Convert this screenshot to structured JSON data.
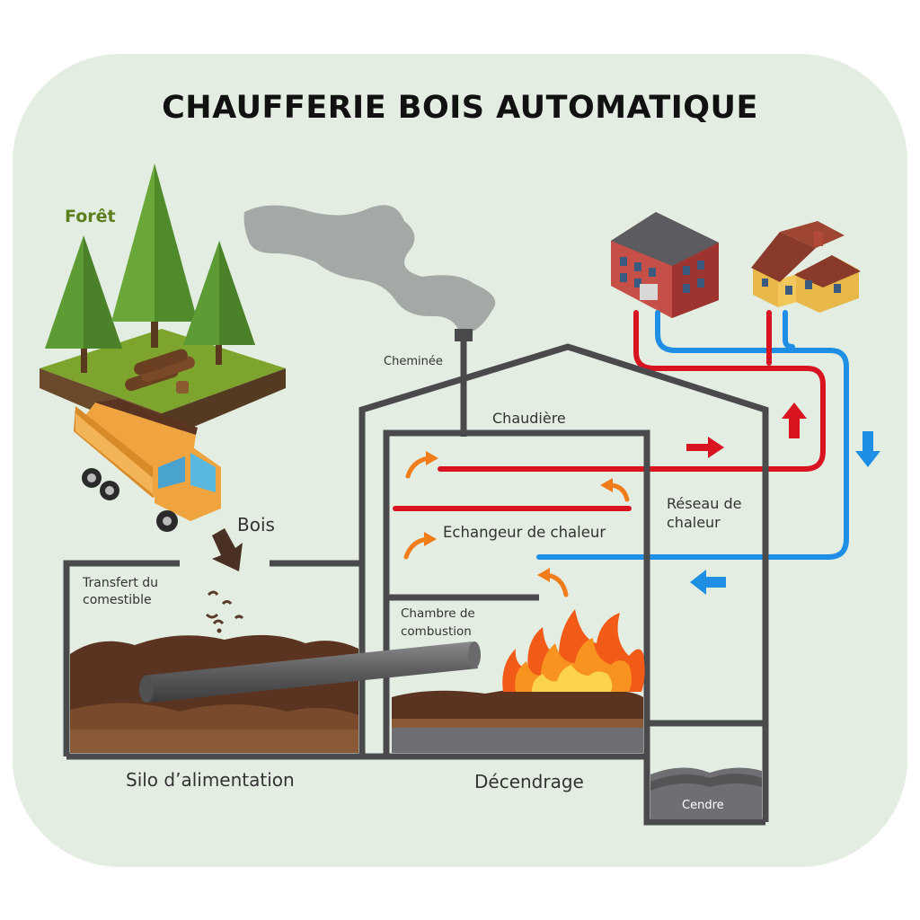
{
  "title": "CHAUFFERIE BOIS AUTOMATIQUE",
  "labels": {
    "forest": "Forêt",
    "wood": "Bois",
    "fuel_transfer": "Transfert du comestible",
    "chimney": "Cheminée",
    "boiler": "Chaudière",
    "heat_exchanger": "Echangeur de chaleur",
    "heat_network": "Réseau de chaleur",
    "combustion_chamber": "Chambre de combustion",
    "feed_silo": "Silo d’alimentation",
    "ash_removal": "Décendrage",
    "ash": "Cendre"
  },
  "colors": {
    "background_panel": "#e3ede1",
    "structure": "#4a4a4d",
    "hot_pipe": "#d7141f",
    "cold_pipe": "#1f8fe6",
    "flow_arrow": "#f07c1a",
    "smoke": "#9a9c9b",
    "wood_fuel": "#5a3420",
    "ash_fill": "#6e6e73",
    "forest_green": "#5b7f1e"
  },
  "icons": [
    "pine-tree-icon",
    "log-pile-icon",
    "dump-truck-icon",
    "apartment-building-icon",
    "house-icon",
    "fire-icon",
    "smoke-icon",
    "arrow-icon"
  ]
}
